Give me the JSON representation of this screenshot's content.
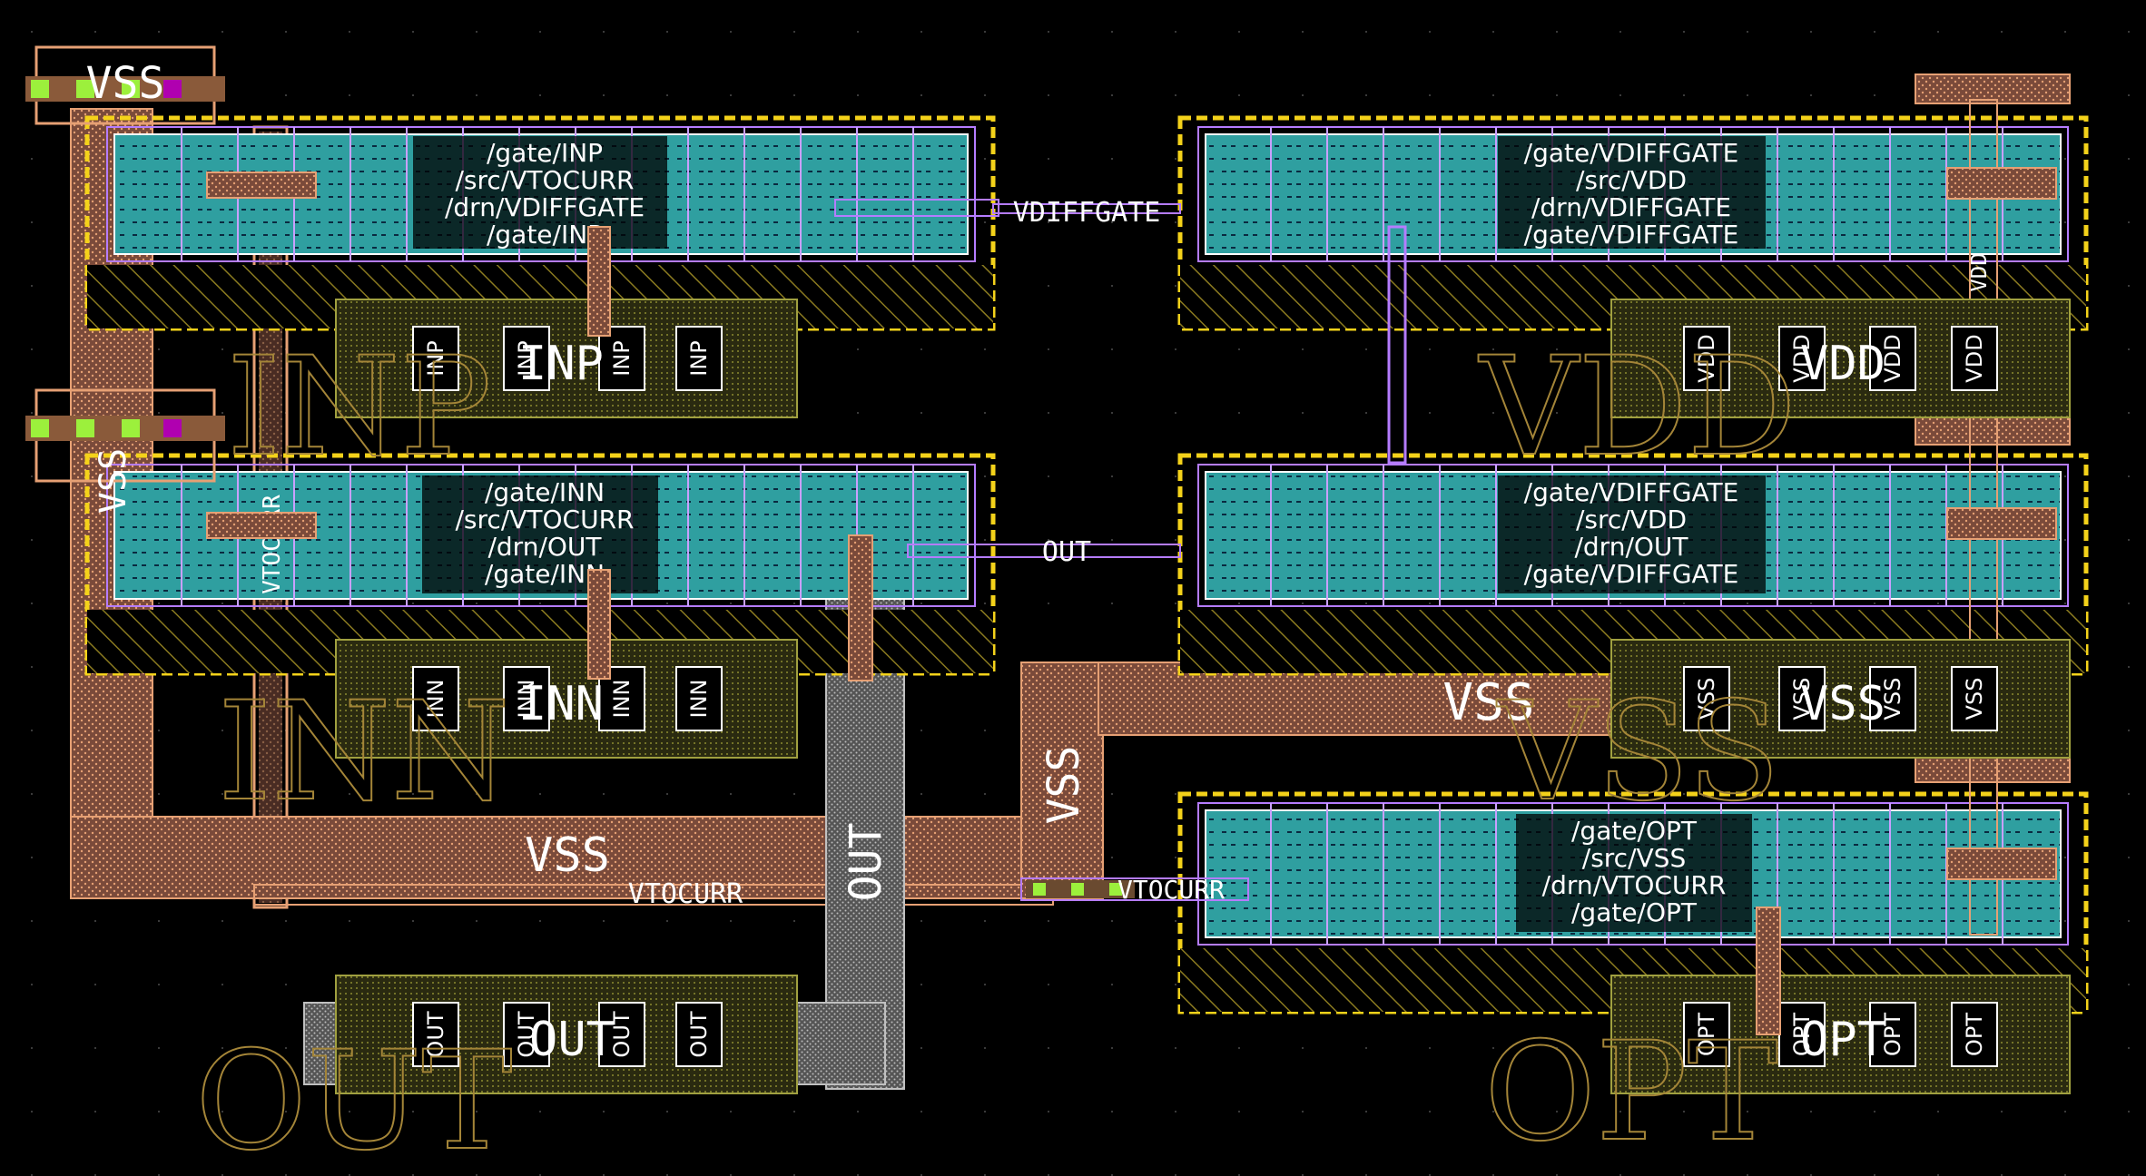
{
  "colors": {
    "background": "#000000",
    "dot_grid": "#3a3a3a",
    "metal1": "#e6a074",
    "metal2_pattern": "#c78a66",
    "nwell_border": "#f4d21a",
    "diffusion": "#2fa7a8",
    "poly": "#b57cff",
    "contact": "#9cf03c",
    "pin_frame": "#c0c0c0",
    "label_outline": "#a48538"
  },
  "transistors": {
    "top_left": [
      "/gate/INP",
      "/src/VTOCURR",
      "/drn/VDIFFGATE",
      "/gate/INP"
    ],
    "mid_left": [
      "/gate/INN",
      "/src/VTOCURR",
      "/drn/OUT",
      "/gate/INN"
    ],
    "top_right": [
      "/gate/VDIFFGATE",
      "/src/VDD",
      "/drn/VDIFFGATE",
      "/gate/VDIFFGATE"
    ],
    "mid_right": [
      "/gate/VDIFFGATE",
      "/src/VDD",
      "/drn/OUT",
      "/gate/VDIFFGATE"
    ],
    "bot_right": [
      "/gate/OPT",
      "/src/VSS",
      "/drn/VTOCURR",
      "/gate/OPT"
    ]
  },
  "nets": {
    "vdiffgate": "VDIFFGATE",
    "out": "OUT",
    "vss": "VSS",
    "vtocurr": "VTOCURR",
    "vdd": "VDD",
    "inp": "INP",
    "inn": "INN",
    "opt": "OPT"
  },
  "big_labels": {
    "inp": "INP",
    "inn": "INN",
    "out": "OUT",
    "vdd": "VDD",
    "vss": "VSS",
    "opt": "OPT"
  },
  "pin_labels": {
    "inp_row": [
      "INP",
      "INP",
      "INP",
      "INP"
    ],
    "inn_row": [
      "INN",
      "INN",
      "INN",
      "INN"
    ],
    "out_row": [
      "OUT",
      "OUT",
      "OUT",
      "OUT"
    ],
    "vdd_row": [
      "VDD",
      "VDD",
      "VDD",
      "VDD"
    ],
    "vss_row": [
      "VSS",
      "VSS",
      "VSS",
      "VSS"
    ],
    "opt_row": [
      "OPT",
      "OPT",
      "OPT",
      "OPT"
    ]
  },
  "misc": {
    "vss_top": "VSS",
    "vss_left": "VSS",
    "vtocurr_vertical": "VTOCURR",
    "vdd_vertical": "VDD",
    "vtocurr_tail": "VTOCURR"
  }
}
